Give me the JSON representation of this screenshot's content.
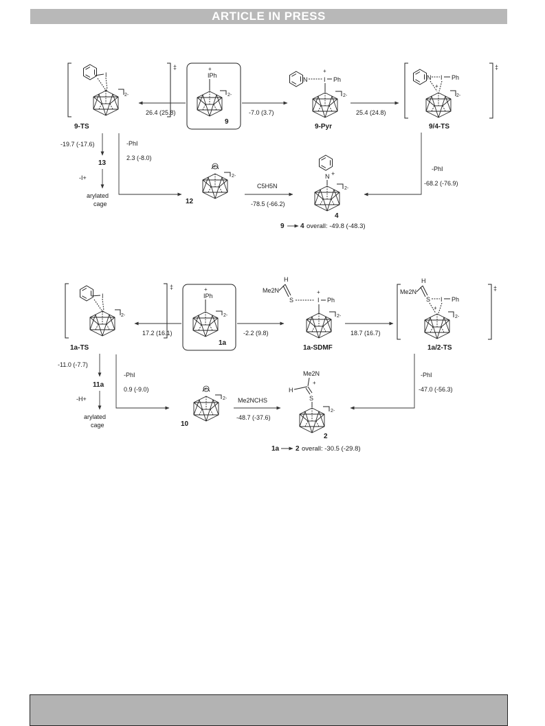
{
  "header": {
    "banner": "ARTICLE IN PRESS"
  },
  "scheme1": {
    "ts_left": "9-TS",
    "start": "9",
    "pyr": "9-Pyr",
    "ts_right": "9/4-TS",
    "int": "13",
    "cation": "12",
    "product": "4",
    "e_left": "26.4 (25.8)",
    "e_pyr": "-7.0 (3.7)",
    "e_pyr_ts": "25.4 (24.8)",
    "e_down": "-19.7 (-17.6)",
    "e_phi_left": "2.3 (-8.0)",
    "e_cation_prod": "-78.5 (-66.2)",
    "e_ts_prod": "-68.2 (-76.9)",
    "reagent": "C5H5N",
    "loss_i": "-I+",
    "phi": "-PhI",
    "arylated": "arylated",
    "cage": "cage",
    "overall_from": "9",
    "overall_to": "4",
    "overall_text": "overall: -49.8 (-48.3)",
    "charge": "2-",
    "dagger": "‡",
    "iph": "IPh",
    "ph": "Ph",
    "i": "I",
    "n": "N"
  },
  "scheme2": {
    "ts_left": "1a-TS",
    "start": "1a",
    "sdmf": "1a-SDMF",
    "ts_right": "1a/2-TS",
    "int": "11a",
    "cation": "10",
    "product": "2",
    "e_left": "17.2 (16.1)",
    "e_sdmf": "-2.2 (9.8)",
    "e_sdmf_ts": "18.7 (16.7)",
    "e_down": "-11.0 (-7.7)",
    "e_phi_left": "0.9 (-9.0)",
    "e_cation_prod": "-48.7 (-37.6)",
    "e_ts_prod": "-47.0 (-56.3)",
    "reagent": "Me2NCHS",
    "loss_h": "-H+",
    "phi": "-PhI",
    "arylated": "arylated",
    "cage": "cage",
    "overall_from": "1a",
    "overall_to": "2",
    "overall_text": "overall: -30.5 (-29.8)",
    "me2n": "Me2N",
    "h": "H",
    "s": "S"
  }
}
